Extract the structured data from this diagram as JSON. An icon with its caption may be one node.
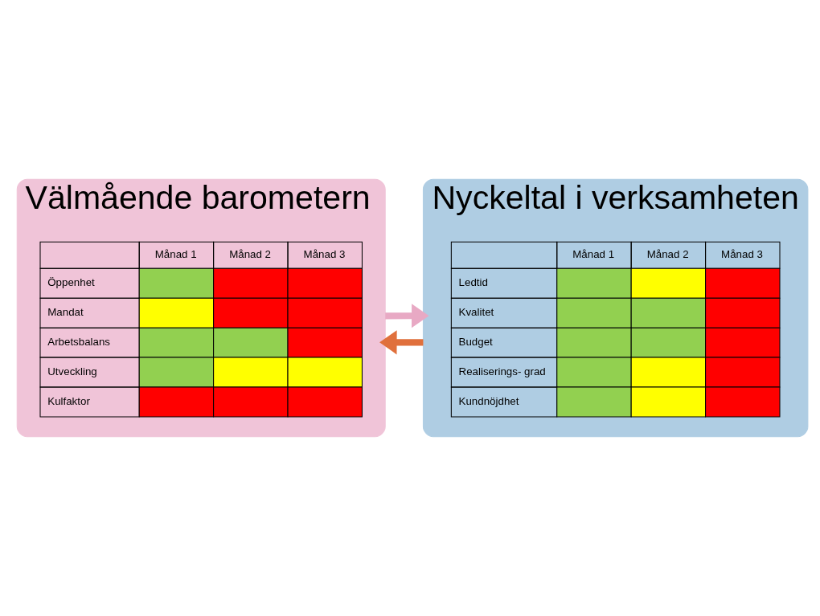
{
  "diagram": {
    "nodes": [
      {
        "text": [
          "Välmående barometern"
        ]
      },
      {
        "text": [
          "Nyckeltal i verksamheten"
        ]
      }
    ],
    "edges": [
      {
        "from": 0,
        "to": 1,
        "arrow": "to",
        "color": "#e8a9c4"
      },
      {
        "from": 1,
        "to": 0,
        "arrow": "to",
        "color": "#e0703c"
      }
    ],
    "labels": [
      "Månad 1",
      "Månad 2",
      "Månad 3",
      "Öppenhet",
      "Mandat",
      "Arbetsbalans",
      "Utveckling",
      "Kulfaktor",
      "Månad 1",
      "Månad 2",
      "Månad 3",
      "Ledtid",
      "Kvalitet",
      "Budget",
      "Realiserings- grad",
      "Kundnöjdhet"
    ]
  }
}
